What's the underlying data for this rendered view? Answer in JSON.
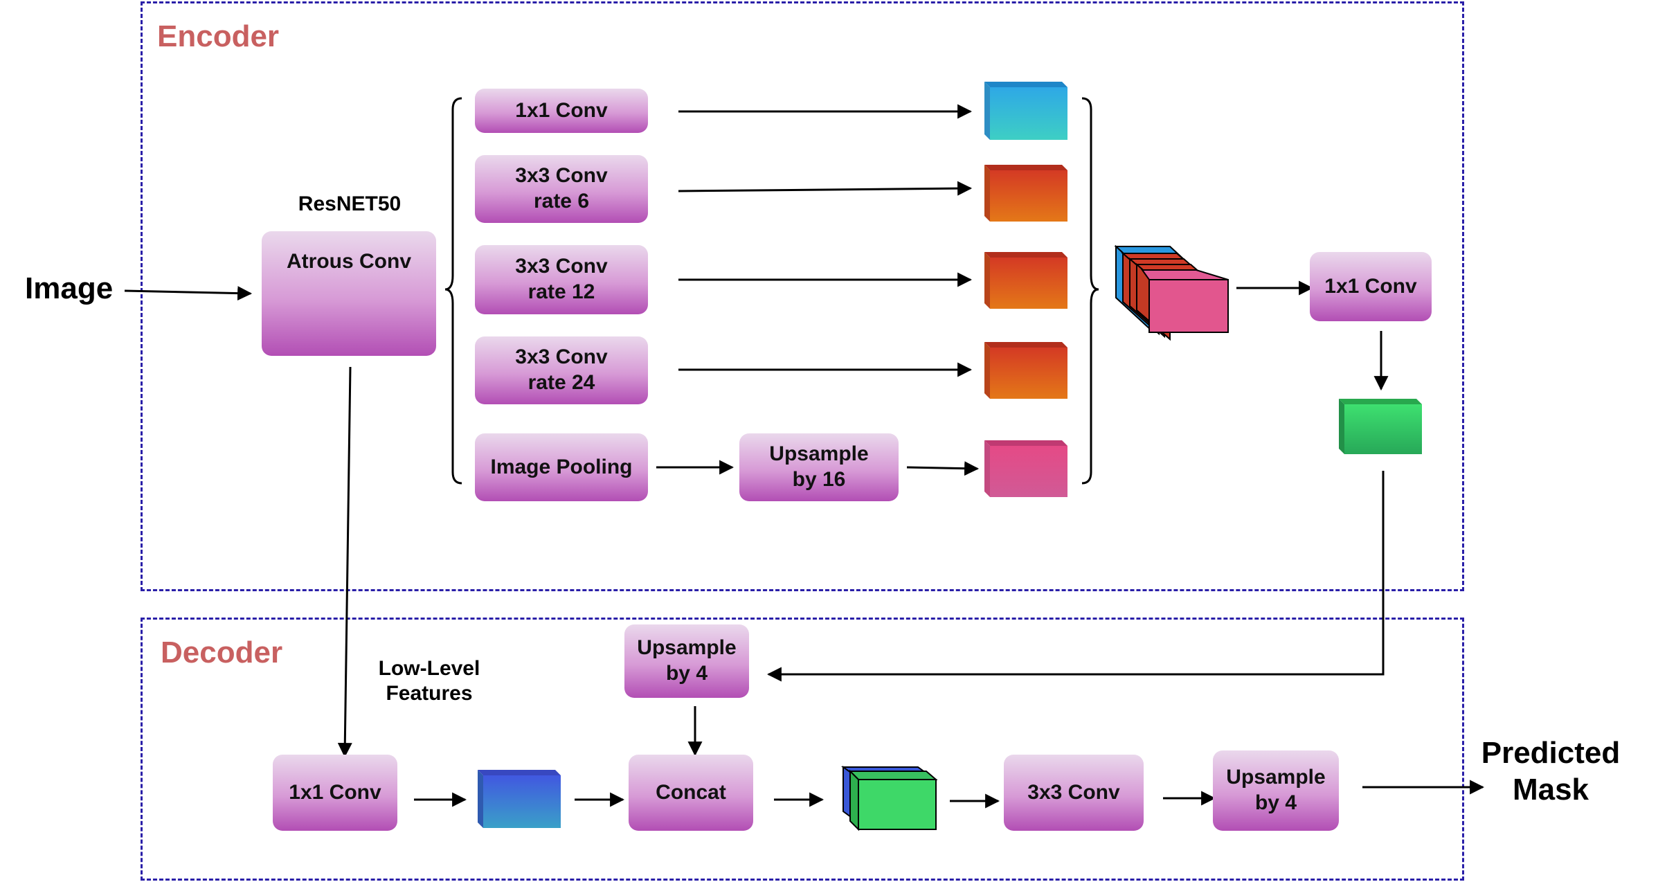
{
  "encoder": {
    "title": "Encoder",
    "backbone_label": "ResNET50",
    "atrous_box": "Atrous Conv",
    "branches": {
      "b1": "1x1 Conv",
      "b2": "3x3 Conv\nrate 6",
      "b3": "3x3 Conv\nrate 12",
      "b4": "3x3 Conv\nrate 24",
      "b5": "Image Pooling"
    },
    "upsample16": "Upsample\nby 16",
    "conv_out": "1x1 Conv"
  },
  "decoder": {
    "title": "Decoder",
    "low_level_label": "Low-Level\nFeatures",
    "upsample4_top": "Upsample\nby 4",
    "conv1x1": "1x1 Conv",
    "concat": "Concat",
    "conv3x3": "3x3 Conv",
    "upsample4_out": "Upsample\nby 4"
  },
  "input_label": "Image",
  "output_label": "Predicted\nMask",
  "colors": {
    "region_border": "#2a1fa8",
    "region_title": "#c86060",
    "box_top": "#ead8ec",
    "box_bottom": "#b24eb4",
    "cyan_tensor": "#2fb6d8",
    "orange_tensor": "#dc4a22",
    "pink_tensor": "#e0508a",
    "green_tensor": "#30c860",
    "blue_tensor": "#3a6ad8"
  }
}
